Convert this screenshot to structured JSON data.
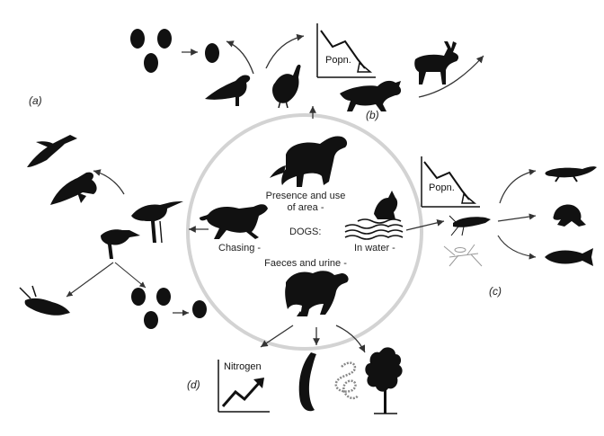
{
  "panels": {
    "a": "(a)",
    "b": "(b)",
    "c": "(c)",
    "d": "(d)"
  },
  "center": {
    "title": "DOGS:",
    "presence_line1": "Presence and use",
    "presence_line2": "of area -",
    "chasing": "Chasing -",
    "in_water": "In water -",
    "faeces": "Faeces and urine -"
  },
  "graphs": {
    "popn_top": "Popn.",
    "popn_right": "Popn.",
    "nitrogen": "Nitrogen"
  },
  "colors": {
    "silhouette": "#111111",
    "circle": "#d3d3d3",
    "arrow": "#333333"
  },
  "icons": [
    "dog-standing-icon",
    "dog-running-icon",
    "dog-swimming-icon",
    "dog-defecating-icon",
    "egg-icon",
    "bird-icon",
    "fox-icon",
    "deer-icon",
    "wader-icon",
    "goose-icon",
    "eagle-icon",
    "dead-bird-icon",
    "newt-icon",
    "frog-icon",
    "fish-icon",
    "insect-larva-icon",
    "mosquito-icon",
    "earthworm-icon",
    "nematode-icon",
    "tree-icon"
  ]
}
